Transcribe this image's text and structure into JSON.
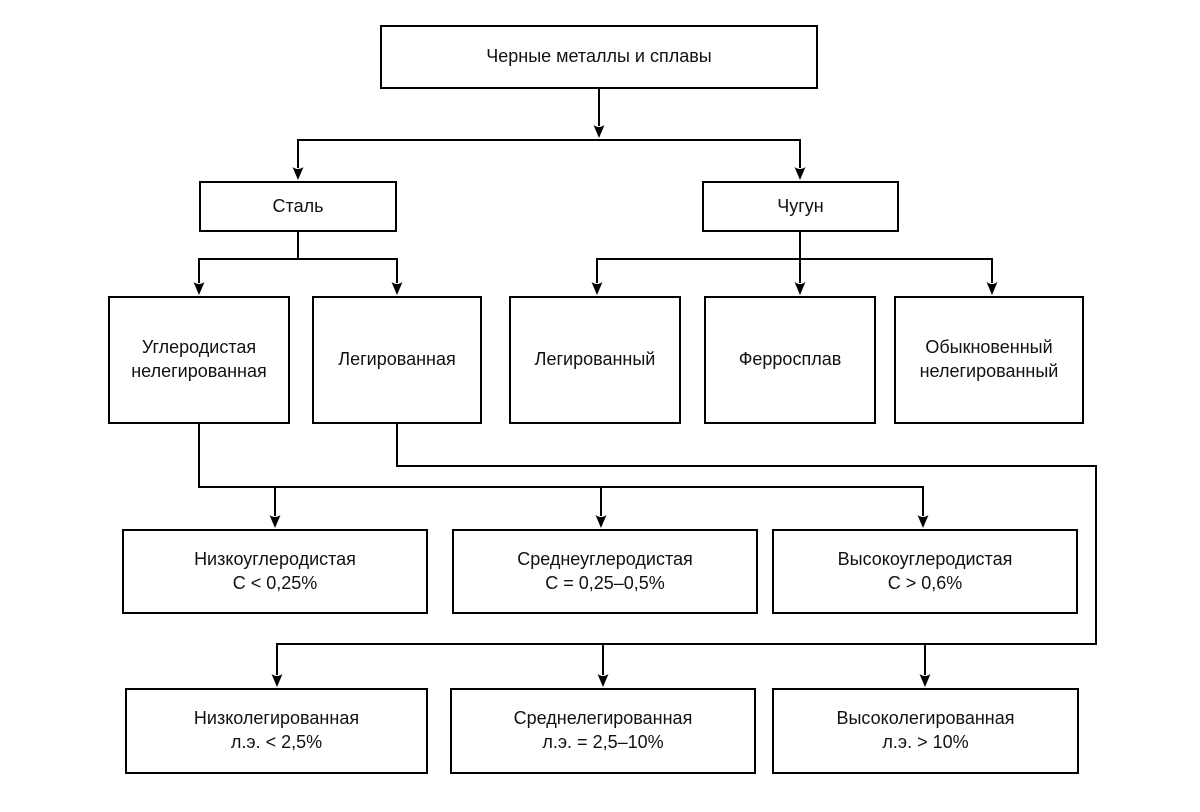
{
  "diagram": {
    "type": "flowchart",
    "language": "ru",
    "colors": {
      "line": "#000000",
      "box_border": "#000000",
      "box_background": "#ffffff",
      "text": "#111111",
      "page_background": "#ffffff"
    },
    "nodes": {
      "root": {
        "label": "Черные металлы и сплавы"
      },
      "steel": {
        "label": "Сталь"
      },
      "cast_iron": {
        "label": "Чугун"
      },
      "carbon_unalloyed": {
        "label": "Углеродистая нелегированная"
      },
      "alloyed_steel": {
        "label": "Легированная"
      },
      "alloyed_iron": {
        "label": "Легированный"
      },
      "ferroalloy": {
        "label": "Ферросплав"
      },
      "ordinary_unalloyed": {
        "label": "Обыкновенный нелегированный"
      },
      "low_carbon": {
        "label": "Низкоуглеродистая",
        "value": "С < 0,25%"
      },
      "medium_carbon": {
        "label": "Среднеуглеродистая",
        "value": "С = 0,25–0,5%"
      },
      "high_carbon": {
        "label": "Высокоуглеродистая",
        "value": "С > 0,6%"
      },
      "low_alloyed": {
        "label": "Низколегированная",
        "value": "л.э. < 2,5%"
      },
      "medium_alloyed": {
        "label": "Среднелегированная",
        "value": "л.э. = 2,5–10%"
      },
      "high_alloyed": {
        "label": "Высоколегированная",
        "value": "л.э. > 10%"
      }
    },
    "edges": [
      {
        "from": "root",
        "to": [
          "steel",
          "cast_iron"
        ]
      },
      {
        "from": "steel",
        "to": [
          "carbon_unalloyed",
          "alloyed_steel"
        ]
      },
      {
        "from": "cast_iron",
        "to": [
          "alloyed_iron",
          "ferroalloy",
          "ordinary_unalloyed"
        ]
      },
      {
        "from": "carbon_unalloyed",
        "to": [
          "low_carbon",
          "medium_carbon",
          "high_carbon"
        ]
      },
      {
        "from": "alloyed_steel",
        "to": [
          "low_alloyed",
          "medium_alloyed",
          "high_alloyed"
        ]
      }
    ]
  }
}
